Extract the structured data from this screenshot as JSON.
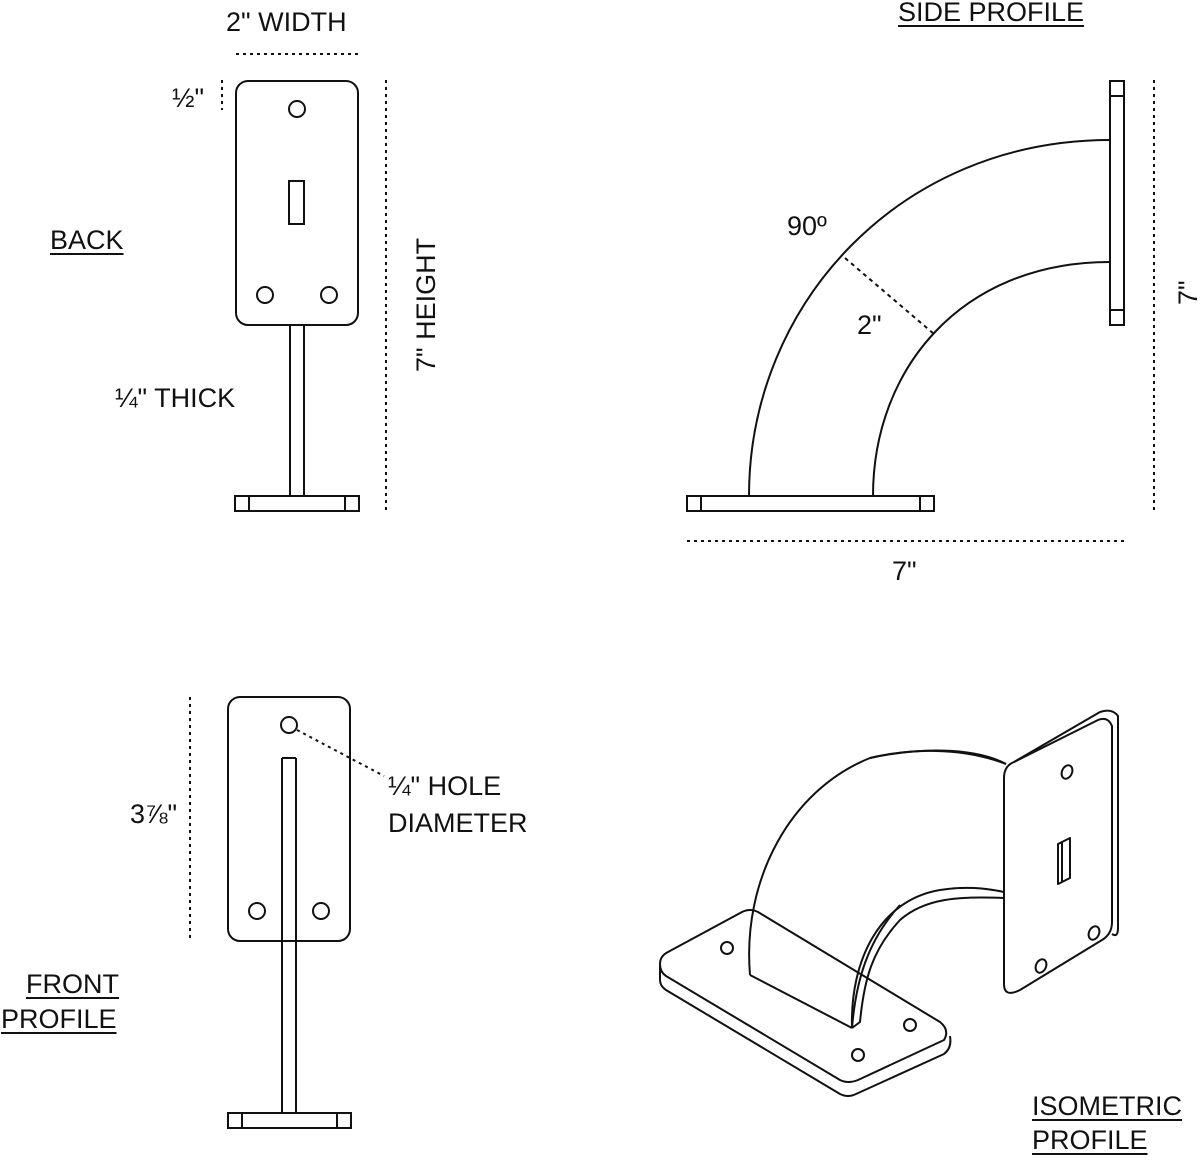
{
  "labels": {
    "back_width": "2\" WIDTH",
    "back_title": "BACK",
    "back_offset": "½\"",
    "back_height": "7\" HEIGHT",
    "back_thick": "¼\" THICK",
    "side_title": "SIDE PROFILE",
    "side_angle": "90º",
    "side_width": "2\"",
    "side_height": "7\"",
    "side_length": "7\"",
    "front_height": "3⅞\"",
    "hole_line1": "¼\" HOLE",
    "hole_line2": "DIAMETER",
    "front_title_1": "FRONT",
    "front_title_2": "PROFILE",
    "iso_title_1": "ISOMETRIC",
    "iso_title_2": "PROFILE"
  }
}
